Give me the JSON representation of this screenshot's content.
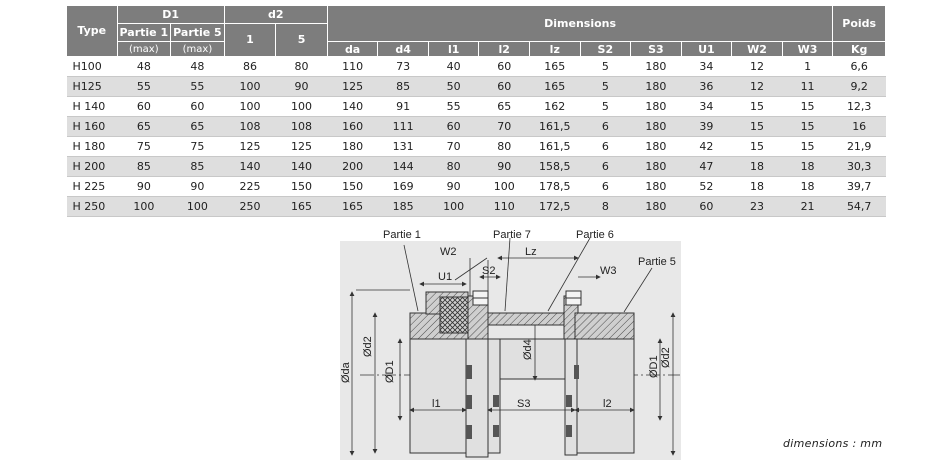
{
  "table": {
    "header": {
      "type": "Type",
      "d1": "D1",
      "d2": "d2",
      "dimensions": "Dimensions",
      "poids": "Poids",
      "partie1": "Partie 1",
      "partie5": "Partie 5",
      "max1": "(max)",
      "max2": "(max)",
      "d2_col1": "1",
      "d2_col5": "5",
      "dim_cols": [
        "da",
        "d4",
        "l1",
        "l2",
        "lz",
        "S2",
        "S3",
        "U1",
        "W2",
        "W3"
      ],
      "kg": "Kg"
    },
    "rows": [
      [
        "H100",
        "48",
        "48",
        "86",
        "80",
        "110",
        "73",
        "40",
        "60",
        "165",
        "5",
        "180",
        "34",
        "12",
        "1",
        "6,6"
      ],
      [
        "H125",
        "55",
        "55",
        "100",
        "90",
        "125",
        "85",
        "50",
        "60",
        "165",
        "5",
        "180",
        "36",
        "12",
        "11",
        "9,2"
      ],
      [
        "H 140",
        "60",
        "60",
        "100",
        "100",
        "140",
        "91",
        "55",
        "65",
        "162",
        "5",
        "180",
        "34",
        "15",
        "15",
        "12,3"
      ],
      [
        "H 160",
        "65",
        "65",
        "108",
        "108",
        "160",
        "111",
        "60",
        "70",
        "161,5",
        "6",
        "180",
        "39",
        "15",
        "15",
        "16"
      ],
      [
        "H 180",
        "75",
        "75",
        "125",
        "125",
        "180",
        "131",
        "70",
        "80",
        "161,5",
        "6",
        "180",
        "42",
        "15",
        "15",
        "21,9"
      ],
      [
        "H 200",
        "85",
        "85",
        "140",
        "140",
        "200",
        "144",
        "80",
        "90",
        "158,5",
        "6",
        "180",
        "47",
        "18",
        "18",
        "30,3"
      ],
      [
        "H 225",
        "90",
        "90",
        "225",
        "150",
        "150",
        "169",
        "90",
        "100",
        "178,5",
        "6",
        "180",
        "52",
        "18",
        "18",
        "39,7"
      ],
      [
        "H 250",
        "100",
        "100",
        "250",
        "165",
        "165",
        "185",
        "100",
        "110",
        "172,5",
        "8",
        "180",
        "60",
        "23",
        "21",
        "54,7"
      ]
    ]
  },
  "drawing": {
    "labels": {
      "partie1": "Partie 1",
      "partie7": "Partie 7",
      "partie6": "Partie 6",
      "partie5": "Partie 5",
      "w2": "W2",
      "lz": "Lz",
      "u1": "U1",
      "s2": "S2",
      "w3": "W3",
      "oda": "Øda",
      "od2_left": "Ød2",
      "od1_left": "ØD1",
      "od4": "Ød4",
      "od1_right": "ØD1",
      "od2_right": "Ød2",
      "l1": "l1",
      "s3": "S3",
      "l2": "l2"
    }
  },
  "units_note": "dimensions :  mm"
}
